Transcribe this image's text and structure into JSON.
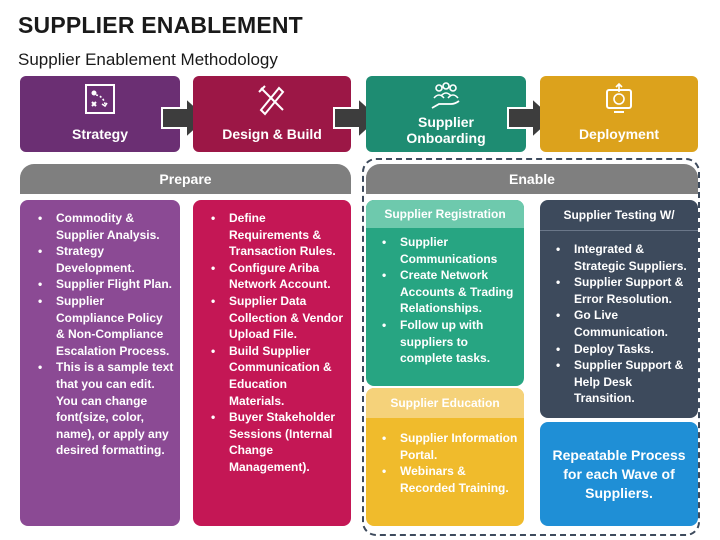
{
  "title": "SUPPLIER ENABLEMENT",
  "subtitle": "Supplier Enablement Methodology",
  "steps": [
    {
      "label": "Strategy",
      "icon": "strategy-icon",
      "color": "#6b2f73"
    },
    {
      "label": "Design & Build",
      "icon": "design-tools-icon",
      "color": "#9c1746"
    },
    {
      "label": "Supplier\nOnboarding",
      "icon": "people-hand-icon",
      "color": "#1e8c72"
    },
    {
      "label": "Deployment",
      "icon": "deployment-icon",
      "color": "#dca21c"
    }
  ],
  "prepare": {
    "header": "Prepare",
    "strategy_items": [
      "Commodity & Supplier Analysis.",
      "Strategy Development.",
      "Supplier Flight Plan.",
      "Supplier Compliance Policy & Non-Compliance Escalation Process.",
      "This is a sample text that you can edit. You can change font(size, color, name), or apply any desired formatting."
    ],
    "design_items": [
      "Define Requirements & Transaction Rules.",
      "Configure Ariba Network Account.",
      "Supplier Data Collection & Vendor Upload File.",
      "Build Supplier Communication & Education Materials.",
      "Buyer Stakeholder Sessions (Internal Change Management)."
    ]
  },
  "enable": {
    "header": "Enable",
    "registration": {
      "title": "Supplier Registration",
      "items": [
        "Supplier Communications",
        "Create Network Accounts & Trading Relationships.",
        "Follow up with suppliers to complete tasks."
      ]
    },
    "education": {
      "title": "Supplier Education",
      "items": [
        "Supplier Information Portal.",
        "Webinars & Recorded Training."
      ]
    },
    "testing": {
      "title": "Supplier Testing W/",
      "items": [
        "Integrated & Strategic Suppliers.",
        "Supplier Support & Error Resolution.",
        "Go Live Communication.",
        "Deploy Tasks.",
        "Supplier Support & Help Desk Transition."
      ]
    },
    "repeatable": "Repeatable Process for each Wave of Suppliers."
  },
  "colors": {
    "purple": "#6b2f73",
    "purple_light": "#8b4a94",
    "crimson": "#9c1746",
    "crimson_light": "#c41755",
    "teal": "#1e8c72",
    "teal_light": "#27a582",
    "gold": "#dca21c",
    "gold_light": "#f0bb2c",
    "slate": "#3d4a5c",
    "blue": "#1f8fd6",
    "gray": "#7f7f7f"
  }
}
